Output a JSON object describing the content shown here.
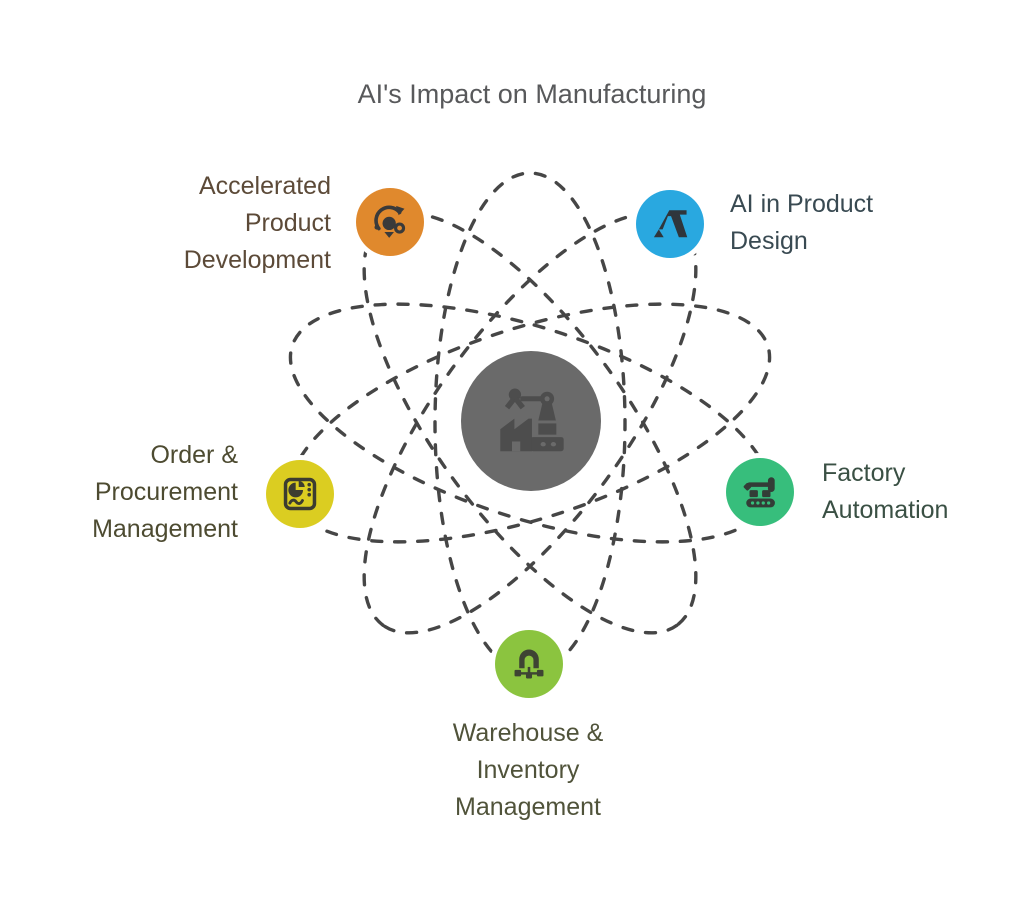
{
  "canvas": {
    "background": "#FFFFFF"
  },
  "title": {
    "text": "AI's Impact on Manufacturing",
    "color": "#58595B"
  },
  "orbits": {
    "count": 5,
    "stroke_color": "#464646"
  },
  "hub": {
    "icon": "factory-robot-icon",
    "circle_color": "#6A6A6A",
    "icon_color": "#4D4D4D"
  },
  "nodes": [
    {
      "id": "accelerated-product-development",
      "label": "Accelerated Product Development",
      "icon": "rapid-prototyping-icon",
      "circle_color": "#E0892D",
      "icon_color": "#3A3A3A",
      "label_color": "#5C4A38"
    },
    {
      "id": "ai-in-product-design",
      "label": "AI in Product Design",
      "icon": "autodesk-logo-icon",
      "circle_color": "#29A8E0",
      "icon_color": "#2F363C",
      "label_color": "#394A52"
    },
    {
      "id": "order-procurement-management",
      "label": "Order & Procurement Management",
      "icon": "analytics-dashboard-icon",
      "circle_color": "#DBCD21",
      "icon_color": "#3C3C30",
      "label_color": "#4D4B31"
    },
    {
      "id": "factory-automation",
      "label": "Factory Automation",
      "icon": "robotic-arm-conveyor-icon",
      "circle_color": "#37BE7C",
      "icon_color": "#333D37",
      "label_color": "#3A5044"
    },
    {
      "id": "warehouse-inventory-management",
      "label": "Warehouse & Inventory Management",
      "icon": "warehouse-network-icon",
      "circle_color": "#8BC43F",
      "icon_color": "#3E4433",
      "label_color": "#50533A"
    }
  ]
}
